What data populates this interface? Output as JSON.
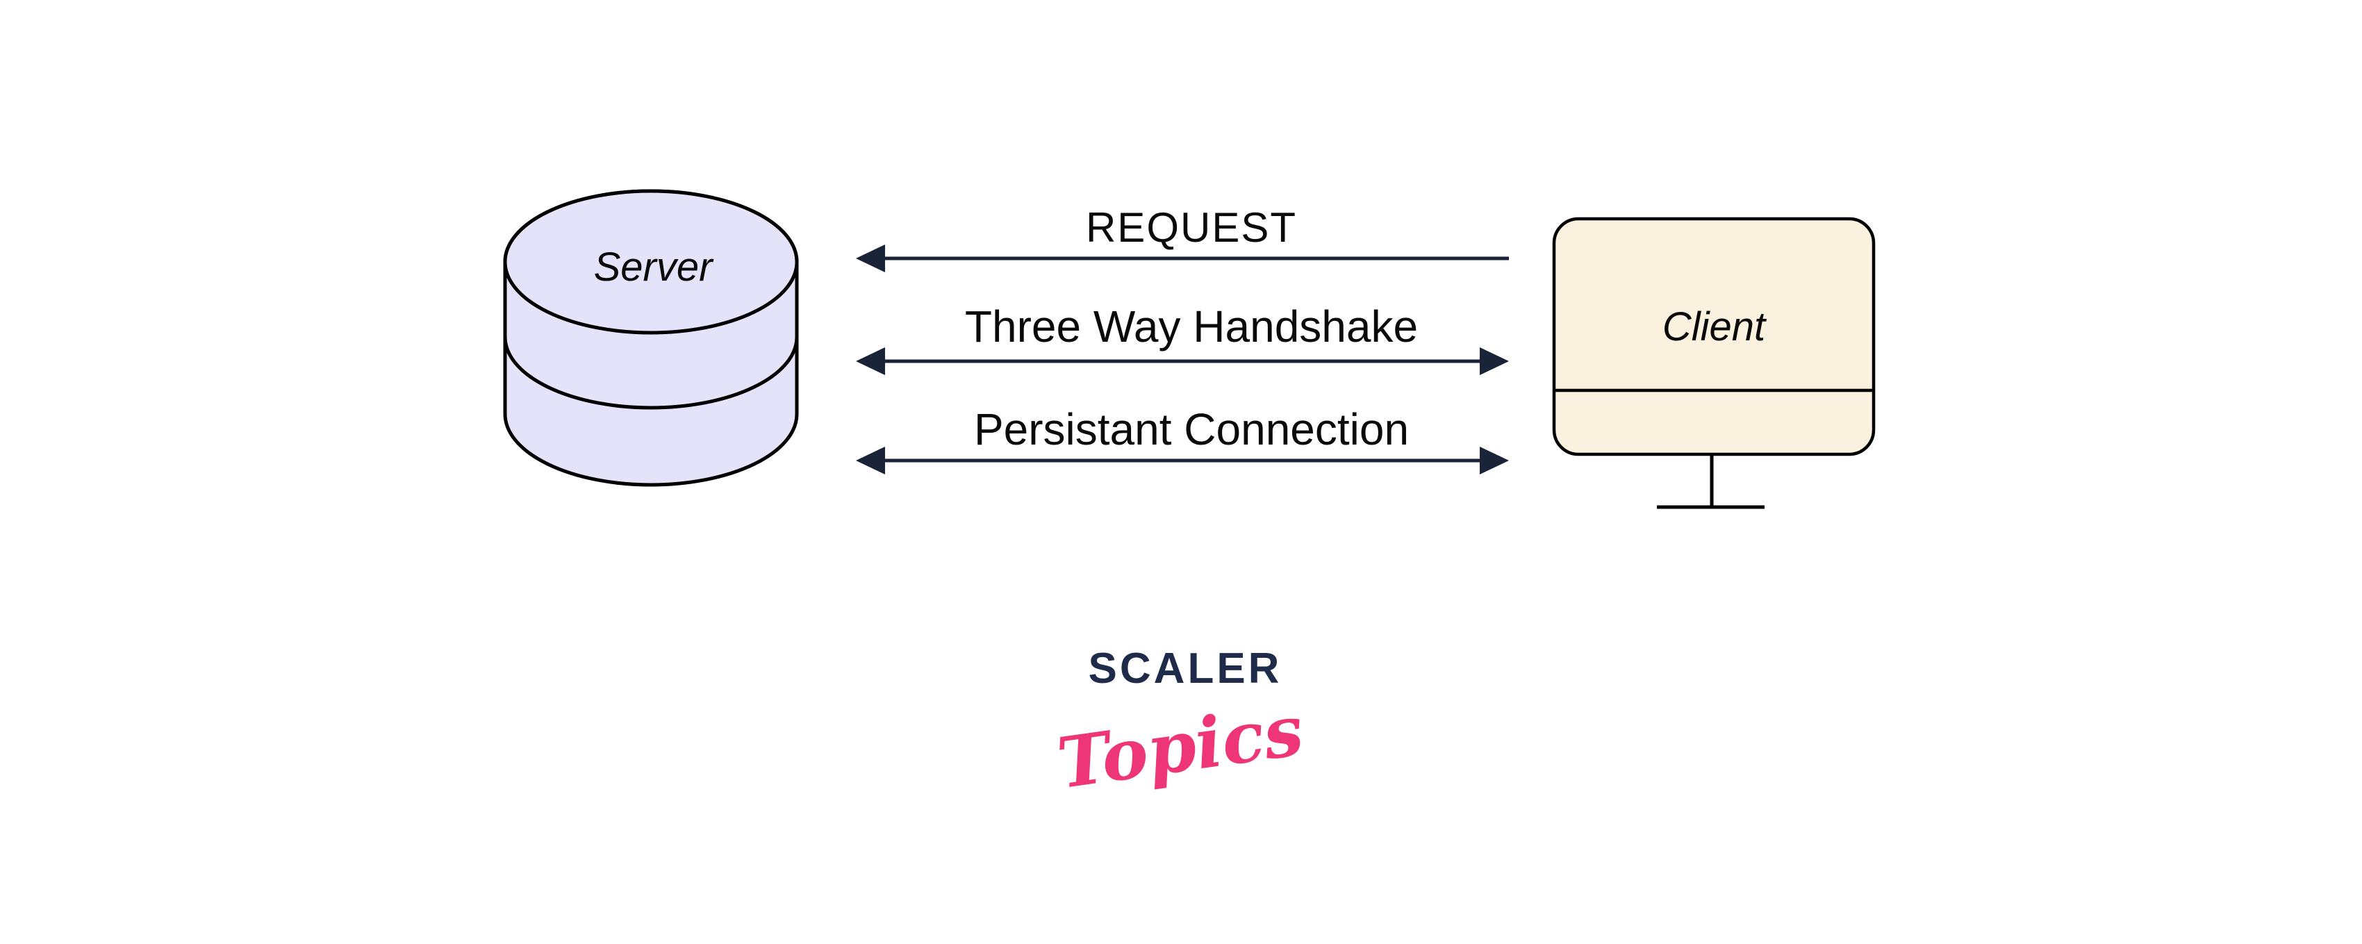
{
  "page": {
    "background": "#ffffff"
  },
  "diagram": {
    "server": {
      "label": "Server",
      "fill": "#e4e3f9",
      "stroke": "#000000"
    },
    "client": {
      "label": "Client",
      "fill": "#fbf1df",
      "stroke": "#000000"
    },
    "arrow_color": "#1a2438",
    "label_color": "#0a0a0a",
    "arrows": [
      {
        "label": "REQUEST",
        "direction": "left"
      },
      {
        "label": "Three Way Handshake",
        "direction": "both"
      },
      {
        "label": "Persistant Connection",
        "direction": "both"
      }
    ]
  },
  "logo": {
    "brand": "SCALER",
    "product": "Topics",
    "brand_color": "#1e2b49",
    "product_color": "#ee3677"
  }
}
